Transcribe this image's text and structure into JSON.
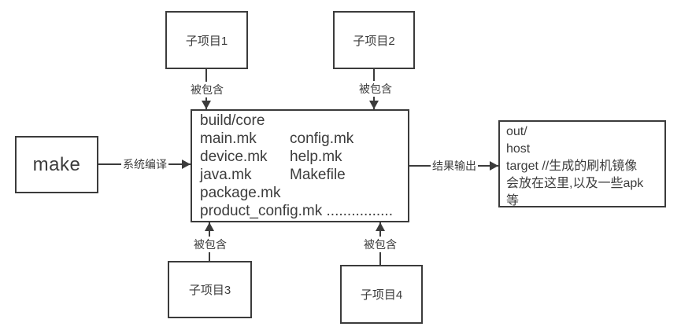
{
  "theme": {
    "line_color": "#3b3b3b",
    "text_color": "#3c3c3c",
    "background": "#ffffff"
  },
  "nodes": {
    "make": {
      "label": "make"
    },
    "sub1": {
      "label": "子项目1"
    },
    "sub2": {
      "label": "子项目2"
    },
    "sub3": {
      "label": "子项目3"
    },
    "sub4": {
      "label": "子项目4"
    },
    "core": {
      "lines": [
        {
          "col1": "build/core",
          "col2": ""
        },
        {
          "col1": "main.mk",
          "col2": "config.mk"
        },
        {
          "col1": "device.mk",
          "col2": "help.mk"
        },
        {
          "col1": "java.mk",
          "col2": "Makefile"
        },
        {
          "col1": "package.mk",
          "col2": ""
        },
        {
          "col1": "product_config.mk ................",
          "col2": ""
        }
      ]
    },
    "output": {
      "lines": [
        "out/",
        "host",
        "target //生成的刷机镜像",
        "会放在这里,以及一些apk",
        "等"
      ]
    }
  },
  "edges": {
    "top1": {
      "label": "被包含"
    },
    "top2": {
      "label": "被包含"
    },
    "bottom3": {
      "label": "被包含"
    },
    "bottom4": {
      "label": "被包含"
    },
    "compile": {
      "label": "系统编译"
    },
    "result": {
      "label": "结果输出"
    }
  }
}
